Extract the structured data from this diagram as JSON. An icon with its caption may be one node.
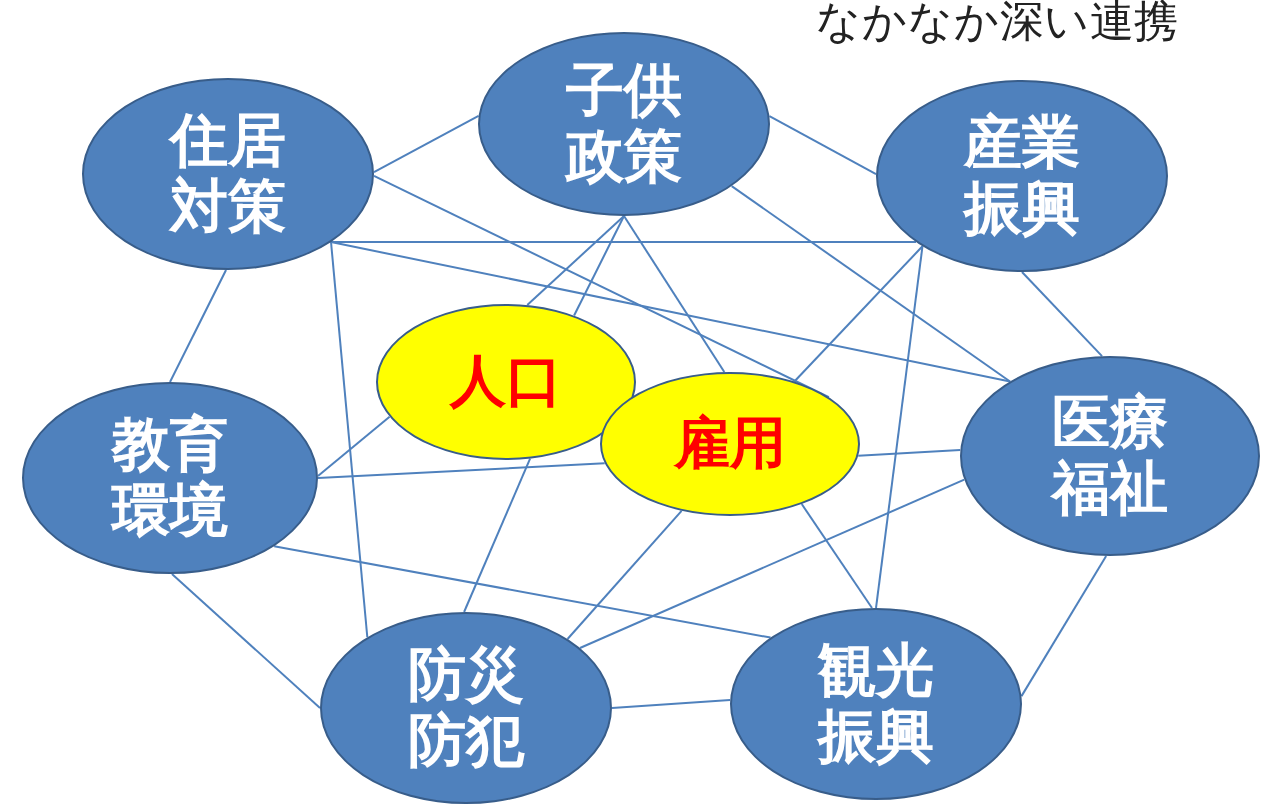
{
  "diagram": {
    "nodes": [
      {
        "text": [
          "住居対策"
        ]
      },
      {
        "text": [
          "子供政策"
        ]
      },
      {
        "text": [
          "産業振興"
        ]
      },
      {
        "text": [
          "教育環境"
        ]
      },
      {
        "text": [
          "人口"
        ]
      },
      {
        "text": [
          "雇用"
        ]
      },
      {
        "text": [
          "医療福祉"
        ]
      },
      {
        "text": [
          "防災防犯"
        ]
      },
      {
        "text": [
          "観光振興"
        ]
      }
    ],
    "edges": [
      {
        "from": 0,
        "to": 1,
        "arrow": "none"
      },
      {
        "from": 0,
        "to": 3,
        "arrow": "none"
      },
      {
        "from": 0,
        "to": 5,
        "arrow": "none"
      },
      {
        "from": 0,
        "to": 2,
        "arrow": "none"
      },
      {
        "from": 0,
        "to": 6,
        "arrow": "none"
      },
      {
        "from": 0,
        "to": 7,
        "arrow": "none"
      },
      {
        "from": 1,
        "to": 2,
        "arrow": "none"
      },
      {
        "from": 1,
        "to": 4,
        "arrow": "none"
      },
      {
        "from": 1,
        "to": 4,
        "arrow": "none"
      },
      {
        "from": 4,
        "to": 7,
        "arrow": "none"
      },
      {
        "from": 1,
        "to": 5,
        "arrow": "none"
      },
      {
        "from": 1,
        "to": 6,
        "arrow": "none"
      },
      {
        "from": 2,
        "to": 5,
        "arrow": "none"
      },
      {
        "from": 2,
        "to": 8,
        "arrow": "none"
      },
      {
        "from": 2,
        "to": 6,
        "arrow": "none"
      },
      {
        "from": 3,
        "to": 4,
        "arrow": "none"
      },
      {
        "from": 3,
        "to": 5,
        "arrow": "none"
      },
      {
        "from": 3,
        "to": 8,
        "arrow": "none"
      },
      {
        "from": 3,
        "to": 7,
        "arrow": "none"
      },
      {
        "from": 5,
        "to": 6,
        "arrow": "none"
      },
      {
        "from": 5,
        "to": 7,
        "arrow": "none"
      },
      {
        "from": 7,
        "to": 6,
        "arrow": "none"
      },
      {
        "from": 5,
        "to": 8,
        "arrow": "none"
      },
      {
        "from": 7,
        "to": 8,
        "arrow": "none"
      },
      {
        "from": 8,
        "to": 6,
        "arrow": "none"
      }
    ],
    "labels": [
      "なかなか深い連携"
    ]
  }
}
